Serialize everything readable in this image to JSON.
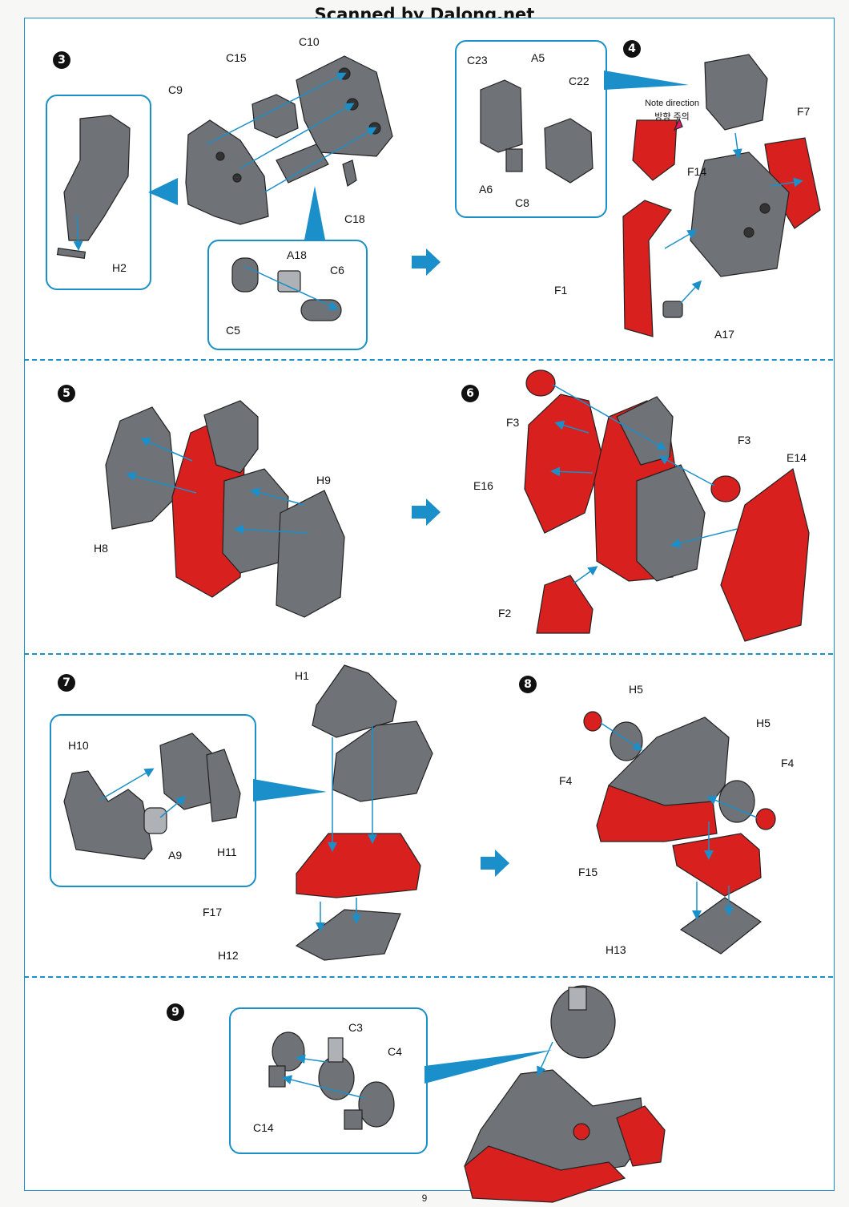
{
  "watermark": "Scanned by Dalong.net",
  "page_number": "9",
  "colors": {
    "accent": "#1a8fc9",
    "part_gray": "#6f7378",
    "part_red": "#d8201f",
    "arrow_blue": "#1a8fc9"
  },
  "steps": {
    "s3": {
      "number": "3",
      "labels": {
        "C15": "C15",
        "C10": "C10",
        "C9": "C9",
        "C18": "C18",
        "H2": "H2",
        "A18": "A18",
        "C6": "C6",
        "C5": "C5"
      }
    },
    "s4": {
      "number": "4",
      "note_en": "Note direction",
      "note_ko": "방향 주의",
      "labels": {
        "C23": "C23",
        "A5": "A5",
        "C22": "C22",
        "A6": "A6",
        "C8": "C8",
        "F14": "F14",
        "F7": "F7",
        "F1": "F1",
        "A17": "A17"
      }
    },
    "s5": {
      "number": "5",
      "labels": {
        "H9": "H9",
        "H8": "H8"
      }
    },
    "s6": {
      "number": "6",
      "labels": {
        "F3a": "F3",
        "F3b": "F3",
        "E14": "E14",
        "E16": "E16",
        "F2": "F2"
      }
    },
    "s7": {
      "number": "7",
      "labels": {
        "H1": "H1",
        "H10": "H10",
        "A9": "A9",
        "H11": "H11",
        "F17": "F17",
        "H12": "H12"
      }
    },
    "s8": {
      "number": "8",
      "labels": {
        "H5a": "H5",
        "H5b": "H5",
        "F4a": "F4",
        "F4b": "F4",
        "F15": "F15",
        "H13": "H13"
      }
    },
    "s9": {
      "number": "9",
      "labels": {
        "C3": "C3",
        "C4": "C4",
        "C14": "C14"
      }
    }
  }
}
